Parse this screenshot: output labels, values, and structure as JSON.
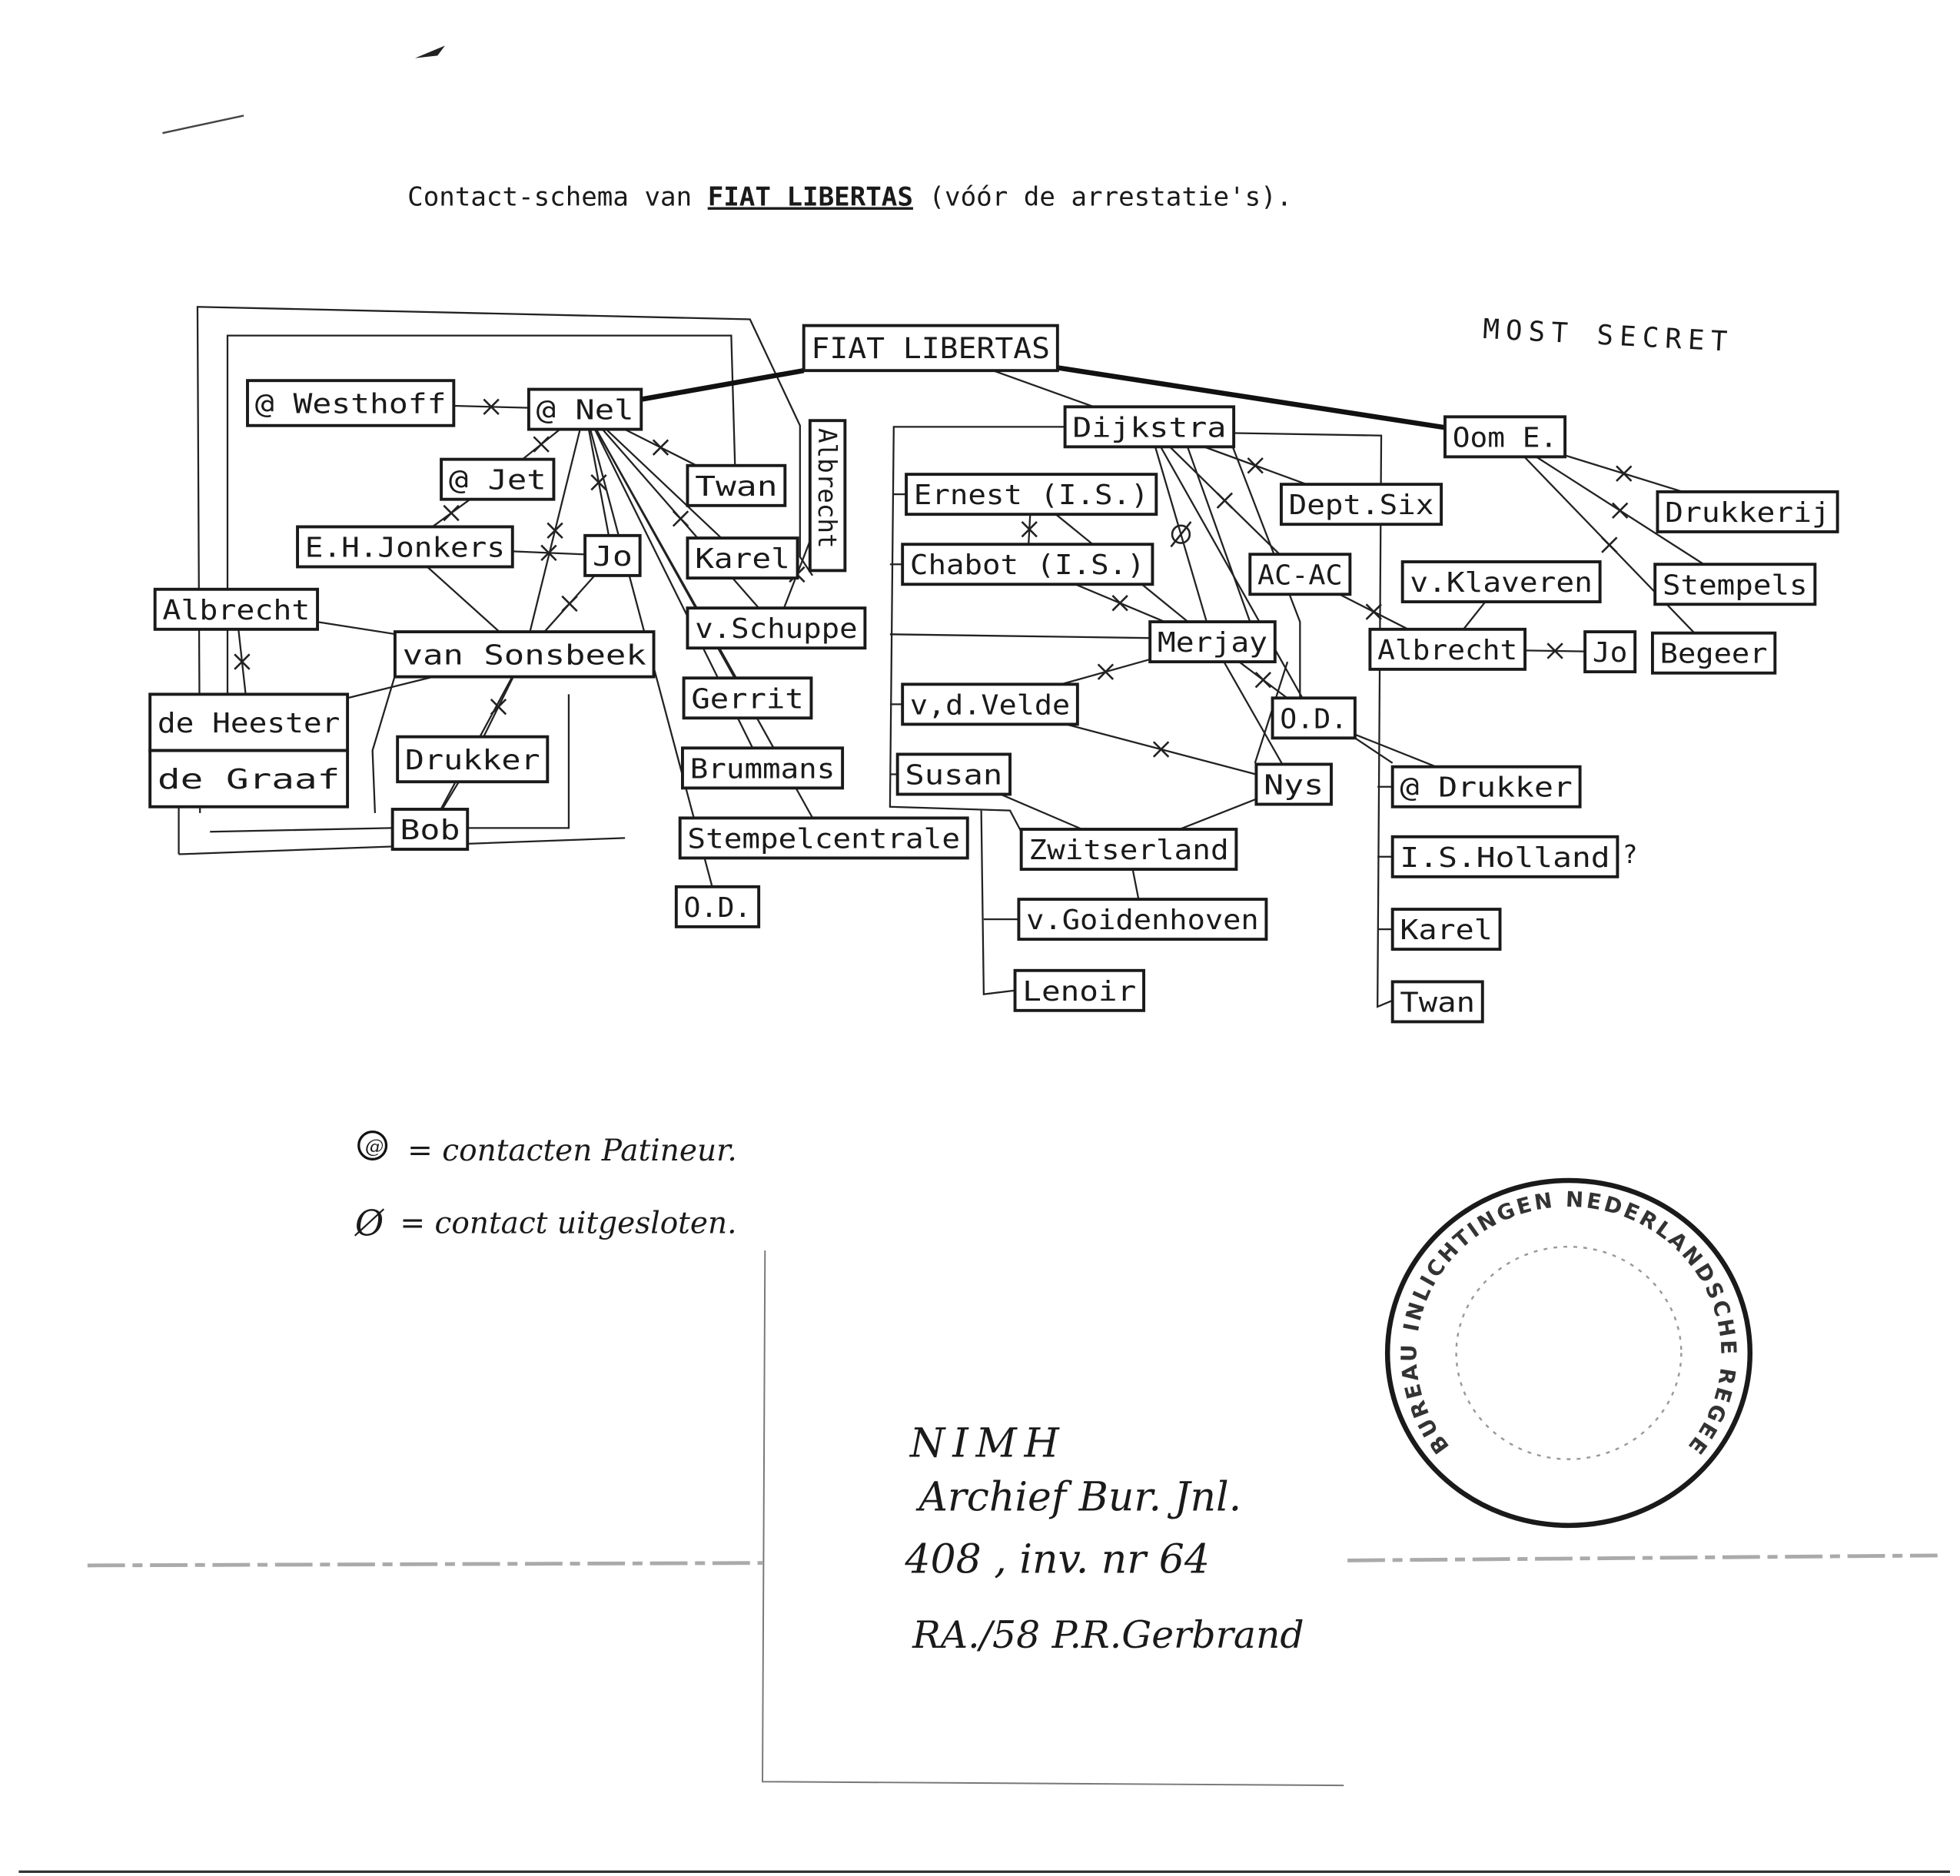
{
  "document": {
    "title_prefix": "Contact-schema van ",
    "title_org": "FIAT LIBERTAS",
    "title_suffix": " (vóór de arrestatie's).",
    "classification": "MOST SECRET"
  },
  "nodes": [
    {
      "id": "fiat",
      "label": "FIAT LIBERTAS"
    },
    {
      "id": "westhoff",
      "label": "@ Westhoff"
    },
    {
      "id": "nel",
      "label": "@ Nel"
    },
    {
      "id": "jet",
      "label": "@ Jet"
    },
    {
      "id": "jonkers",
      "label": "E.H.Jonkers"
    },
    {
      "id": "jo1",
      "label": "Jo"
    },
    {
      "id": "twan1",
      "label": "Twan"
    },
    {
      "id": "karel1",
      "label": "Karel"
    },
    {
      "id": "albrechtv",
      "label": "Albrecht"
    },
    {
      "id": "schuppe",
      "label": "v.Schuppe"
    },
    {
      "id": "albrecht1",
      "label": "Albrecht"
    },
    {
      "id": "sonsbeek",
      "label": "van  Sonsbeek"
    },
    {
      "id": "heester",
      "label": "de Heester"
    },
    {
      "id": "graaf",
      "label": "de Graaf"
    },
    {
      "id": "drukker1",
      "label": "Drukker"
    },
    {
      "id": "bob",
      "label": "Bob"
    },
    {
      "id": "gerrit",
      "label": "Gerrit"
    },
    {
      "id": "brummans",
      "label": "Brummans"
    },
    {
      "id": "stempelc",
      "label": "Stempelcentrale"
    },
    {
      "id": "od1",
      "label": "O.D."
    },
    {
      "id": "dijkstra",
      "label": "Dijkstra"
    },
    {
      "id": "oome",
      "label": "Oom E."
    },
    {
      "id": "ernest",
      "label": "Ernest (I.S.)"
    },
    {
      "id": "chabot",
      "label": "Chabot (I.S.)"
    },
    {
      "id": "deptsix",
      "label": "Dept.Six"
    },
    {
      "id": "acac",
      "label": "AC-AC"
    },
    {
      "id": "klaveren",
      "label": "v.Klaveren"
    },
    {
      "id": "drukkerij",
      "label": "Drukkerij"
    },
    {
      "id": "stempels",
      "label": "Stempels"
    },
    {
      "id": "merjay",
      "label": "Merjay"
    },
    {
      "id": "albrecht2",
      "label": "Albrecht"
    },
    {
      "id": "jo2",
      "label": "Jo"
    },
    {
      "id": "begeer",
      "label": "Begeer"
    },
    {
      "id": "velde",
      "label": "v,d.Velde"
    },
    {
      "id": "od2",
      "label": "O.D."
    },
    {
      "id": "susan",
      "label": "Susan"
    },
    {
      "id": "nys",
      "label": "Nys"
    },
    {
      "id": "drukker2",
      "label": "@ Drukker"
    },
    {
      "id": "zwitserland",
      "label": "Zwitserland"
    },
    {
      "id": "isholland",
      "label": "I.S.Holland"
    },
    {
      "id": "goidenhoven",
      "label": "v.Goidenhoven"
    },
    {
      "id": "karel2",
      "label": "Karel"
    },
    {
      "id": "lenoir",
      "label": "Lenoir"
    },
    {
      "id": "twan2",
      "label": "Twan"
    }
  ],
  "isholland_note": "?",
  "edges": [
    [
      "fiat",
      "nel",
      "main"
    ],
    [
      "fiat",
      "dijkstra",
      "normal"
    ],
    [
      "fiat",
      "oome",
      "main"
    ],
    [
      "nel",
      "westhoff",
      "crossed"
    ],
    [
      "nel",
      "jet",
      "crossed"
    ],
    [
      "nel",
      "twan1",
      "crossed"
    ],
    [
      "nel",
      "karel1",
      "normal"
    ],
    [
      "nel",
      "schuppe",
      "crossed"
    ],
    [
      "nel",
      "gerrit",
      "normal"
    ],
    [
      "nel",
      "brummans",
      "normal"
    ],
    [
      "nel",
      "stempelc",
      "normal"
    ],
    [
      "nel",
      "od1",
      "normal"
    ],
    [
      "nel",
      "sonsbeek",
      "crossed"
    ],
    [
      "nel",
      "jo1",
      "crossed"
    ],
    [
      "jet",
      "jonkers",
      "crossed"
    ],
    [
      "jo1",
      "jonkers",
      "crossed"
    ],
    [
      "jonkers",
      "sonsbeek",
      "normal"
    ],
    [
      "jo1",
      "sonsbeek",
      "crossed"
    ],
    [
      "albrecht1",
      "sonsbeek",
      "normal"
    ],
    [
      "albrecht1",
      "heester",
      "crossed"
    ],
    [
      "heester",
      "sonsbeek",
      "normal"
    ],
    [
      "sonsbeek",
      "drukker1",
      "crossed"
    ],
    [
      "drukker1",
      "bob",
      "normal"
    ],
    [
      "bob",
      "sonsbeek",
      "normal"
    ],
    [
      "albrechtv",
      "schuppe",
      "crossed"
    ],
    [
      "dijkstra",
      "deptsix",
      "crossed"
    ],
    [
      "dijkstra",
      "acac",
      "crossed"
    ],
    [
      "dijkstra",
      "merjay",
      "excluded"
    ],
    [
      "dijkstra",
      "od2",
      "normal"
    ],
    [
      "ernest",
      "chabot",
      "crossed"
    ],
    [
      "ernest",
      "merjay",
      "crossed"
    ],
    [
      "chabot",
      "merjay",
      "crossed"
    ],
    [
      "merjay",
      "velde",
      "crossed"
    ],
    [
      "merjay",
      "nys",
      "normal"
    ],
    [
      "velde",
      "nys",
      "crossed"
    ],
    [
      "od2",
      "merjay",
      "crossed"
    ],
    [
      "susan",
      "zwitserland",
      "normal"
    ],
    [
      "nys",
      "zwitserland",
      "normal"
    ],
    [
      "zwitserland",
      "goidenhoven",
      "normal"
    ],
    [
      "acac",
      "albrecht2",
      "crossed"
    ],
    [
      "klaveren",
      "albrecht2",
      "normal"
    ],
    [
      "jo2",
      "albrecht2",
      "crossed"
    ],
    [
      "oome",
      "drukkerij",
      "crossed"
    ],
    [
      "oome",
      "stempels",
      "crossed"
    ],
    [
      "oome",
      "begeer",
      "crossed"
    ],
    [
      "od2",
      "drukker2",
      "normal"
    ]
  ],
  "legend": [
    {
      "symbol": "@",
      "text": "= contacten Patineur."
    },
    {
      "symbol": "Ø",
      "text": "= contact uitgesloten."
    }
  ],
  "archive_note": {
    "line1": "NIMH",
    "line2": "Archief Bur. Jnl.",
    "line3": "408 , inv. nr 64",
    "line4": "RA./58  P.R.Gerbrand"
  },
  "stamp": {
    "text": "BUREAU INLICHTINGEN NEDERLANDSCHE REGEERING DEPARTEMENT"
  },
  "colors": {
    "ink": "#1a1a1a",
    "paper": "#ffffff"
  }
}
